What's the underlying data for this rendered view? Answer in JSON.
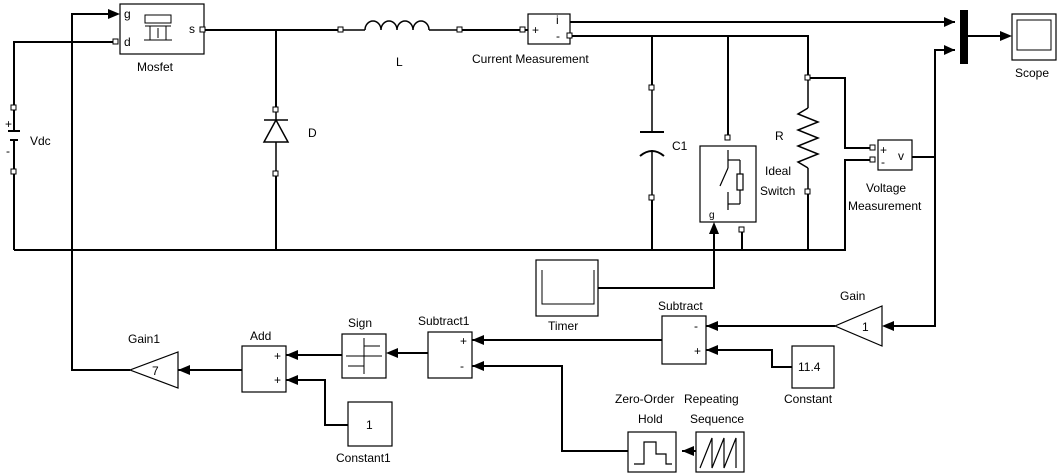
{
  "blocks": {
    "mosfet": {
      "label": "Mosfet",
      "port_g": "g",
      "port_d": "d",
      "port_s": "s"
    },
    "vdc": {
      "label": "Vdc",
      "plus": "+",
      "minus": "-"
    },
    "diode": {
      "label": "D"
    },
    "inductor": {
      "label": "L"
    },
    "current_measurement": {
      "label": "Current Measurement",
      "plus": "+",
      "minus": "-",
      "out": "i"
    },
    "capacitor": {
      "label": "C1"
    },
    "ideal_switch": {
      "label_line1": "Ideal",
      "label_line2": "Switch",
      "port_g": "g"
    },
    "resistor": {
      "label": "R"
    },
    "voltage_measurement": {
      "label_line1": "Voltage",
      "label_line2": "Measurement",
      "plus": "+",
      "minus": "-",
      "out": "v"
    },
    "scope": {
      "label": "Scope"
    },
    "timer": {
      "label": "Timer"
    },
    "gain": {
      "label": "Gain",
      "value": "1"
    },
    "subtract": {
      "label": "Subtract",
      "minus": "-",
      "plus": "+"
    },
    "constant": {
      "label": "Constant",
      "value": "11.4"
    },
    "subtract1": {
      "label": "Subtract1",
      "plus": "+",
      "minus": "-"
    },
    "sign": {
      "label": "Sign"
    },
    "add": {
      "label": "Add",
      "plus1": "+",
      "plus2": "+"
    },
    "gain1": {
      "label": "Gain1",
      "value": "7"
    },
    "constant1": {
      "label": "Constant1",
      "value": "1"
    },
    "zoh": {
      "label_line1": "Zero-Order",
      "label_line2": "Hold"
    },
    "repeating_sequence": {
      "label_line1": "Repeating",
      "label_line2": "Sequence"
    }
  }
}
